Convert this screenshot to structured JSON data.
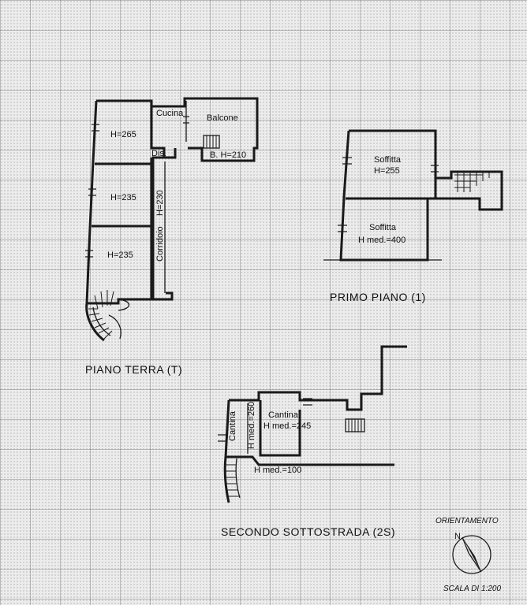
{
  "ground_floor": {
    "title": "PIANO TERRA (T)",
    "rooms": {
      "kitchen": "Cucina",
      "balcony": "Balcone",
      "room1_height": "H=265",
      "dis": "Dis.",
      "bath": "B. H=210",
      "room2_height": "H=235",
      "room3_height": "H=235",
      "corridor_label": "Corridoio",
      "corridor_height": "H=230"
    }
  },
  "first_floor": {
    "title": "PRIMO PIANO (1)",
    "rooms": {
      "attic1_name": "Soffitta",
      "attic1_height": "H=255",
      "attic2_name": "Soffitta",
      "attic2_height": "H med.=400"
    }
  },
  "second_basement": {
    "title": "SECONDO SOTTOSTRADA (2S)",
    "rooms": {
      "cellar1_name": "Cantina",
      "cellar1_height": "H med.=260",
      "cellar2_name": "Cantina",
      "cellar2_height": "H med.=245",
      "passage_height": "H med.=100"
    }
  },
  "orientation": {
    "label": "ORIENTAMENTO",
    "north": "N"
  },
  "scale": "SCALA DI 1:200",
  "icons": [
    "compass-icon",
    "staircase-icon"
  ]
}
